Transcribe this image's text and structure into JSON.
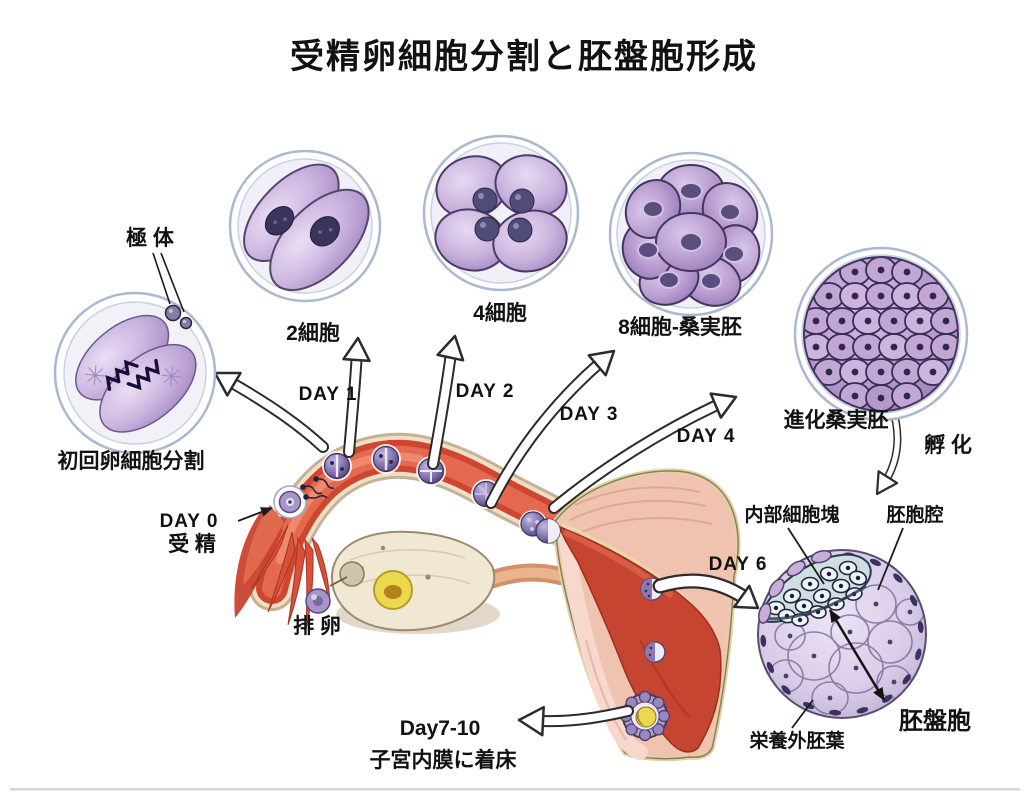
{
  "title": "受精卵細胞分割と胚盤胞形成",
  "labels": {
    "polar_body": "極 体",
    "first_division": "初回卵細胞分割",
    "two_cell": "2細胞",
    "four_cell": "4細胞",
    "eight_cell_morula": "8細胞-桑実胚",
    "advanced_morula": "進化桑実胚",
    "hatching": "孵 化",
    "inner_cell_mass": "内部細胞塊",
    "blastocoel": "胚胞腔",
    "trophectoderm": "栄養外胚葉",
    "blastocyst": "胚盤胞",
    "ovulation": "排 卵",
    "implantation_line1": "Day7-10",
    "implantation_line2": "子宮内膜に着床"
  },
  "timeline": {
    "day0": "DAY 0",
    "day0_event": "受 精",
    "day1": "DAY 1",
    "day2": "DAY 2",
    "day3": "DAY 3",
    "day4": "DAY 4",
    "day6": "DAY 6"
  },
  "colors": {
    "cell_purple": "#c4abd9",
    "nucleus_dark": "#3f3a60",
    "morula_purple": "#b195cc",
    "icm_cyan": "#e8f5f5",
    "tube_red": "#cf4630",
    "uterus_pink": "#f0c3b0",
    "cavity_red": "#c64531",
    "ovary_cream": "#f1e8d3",
    "corpus_luteum_yellow": "#ecd84e",
    "text_black": "#121212"
  }
}
